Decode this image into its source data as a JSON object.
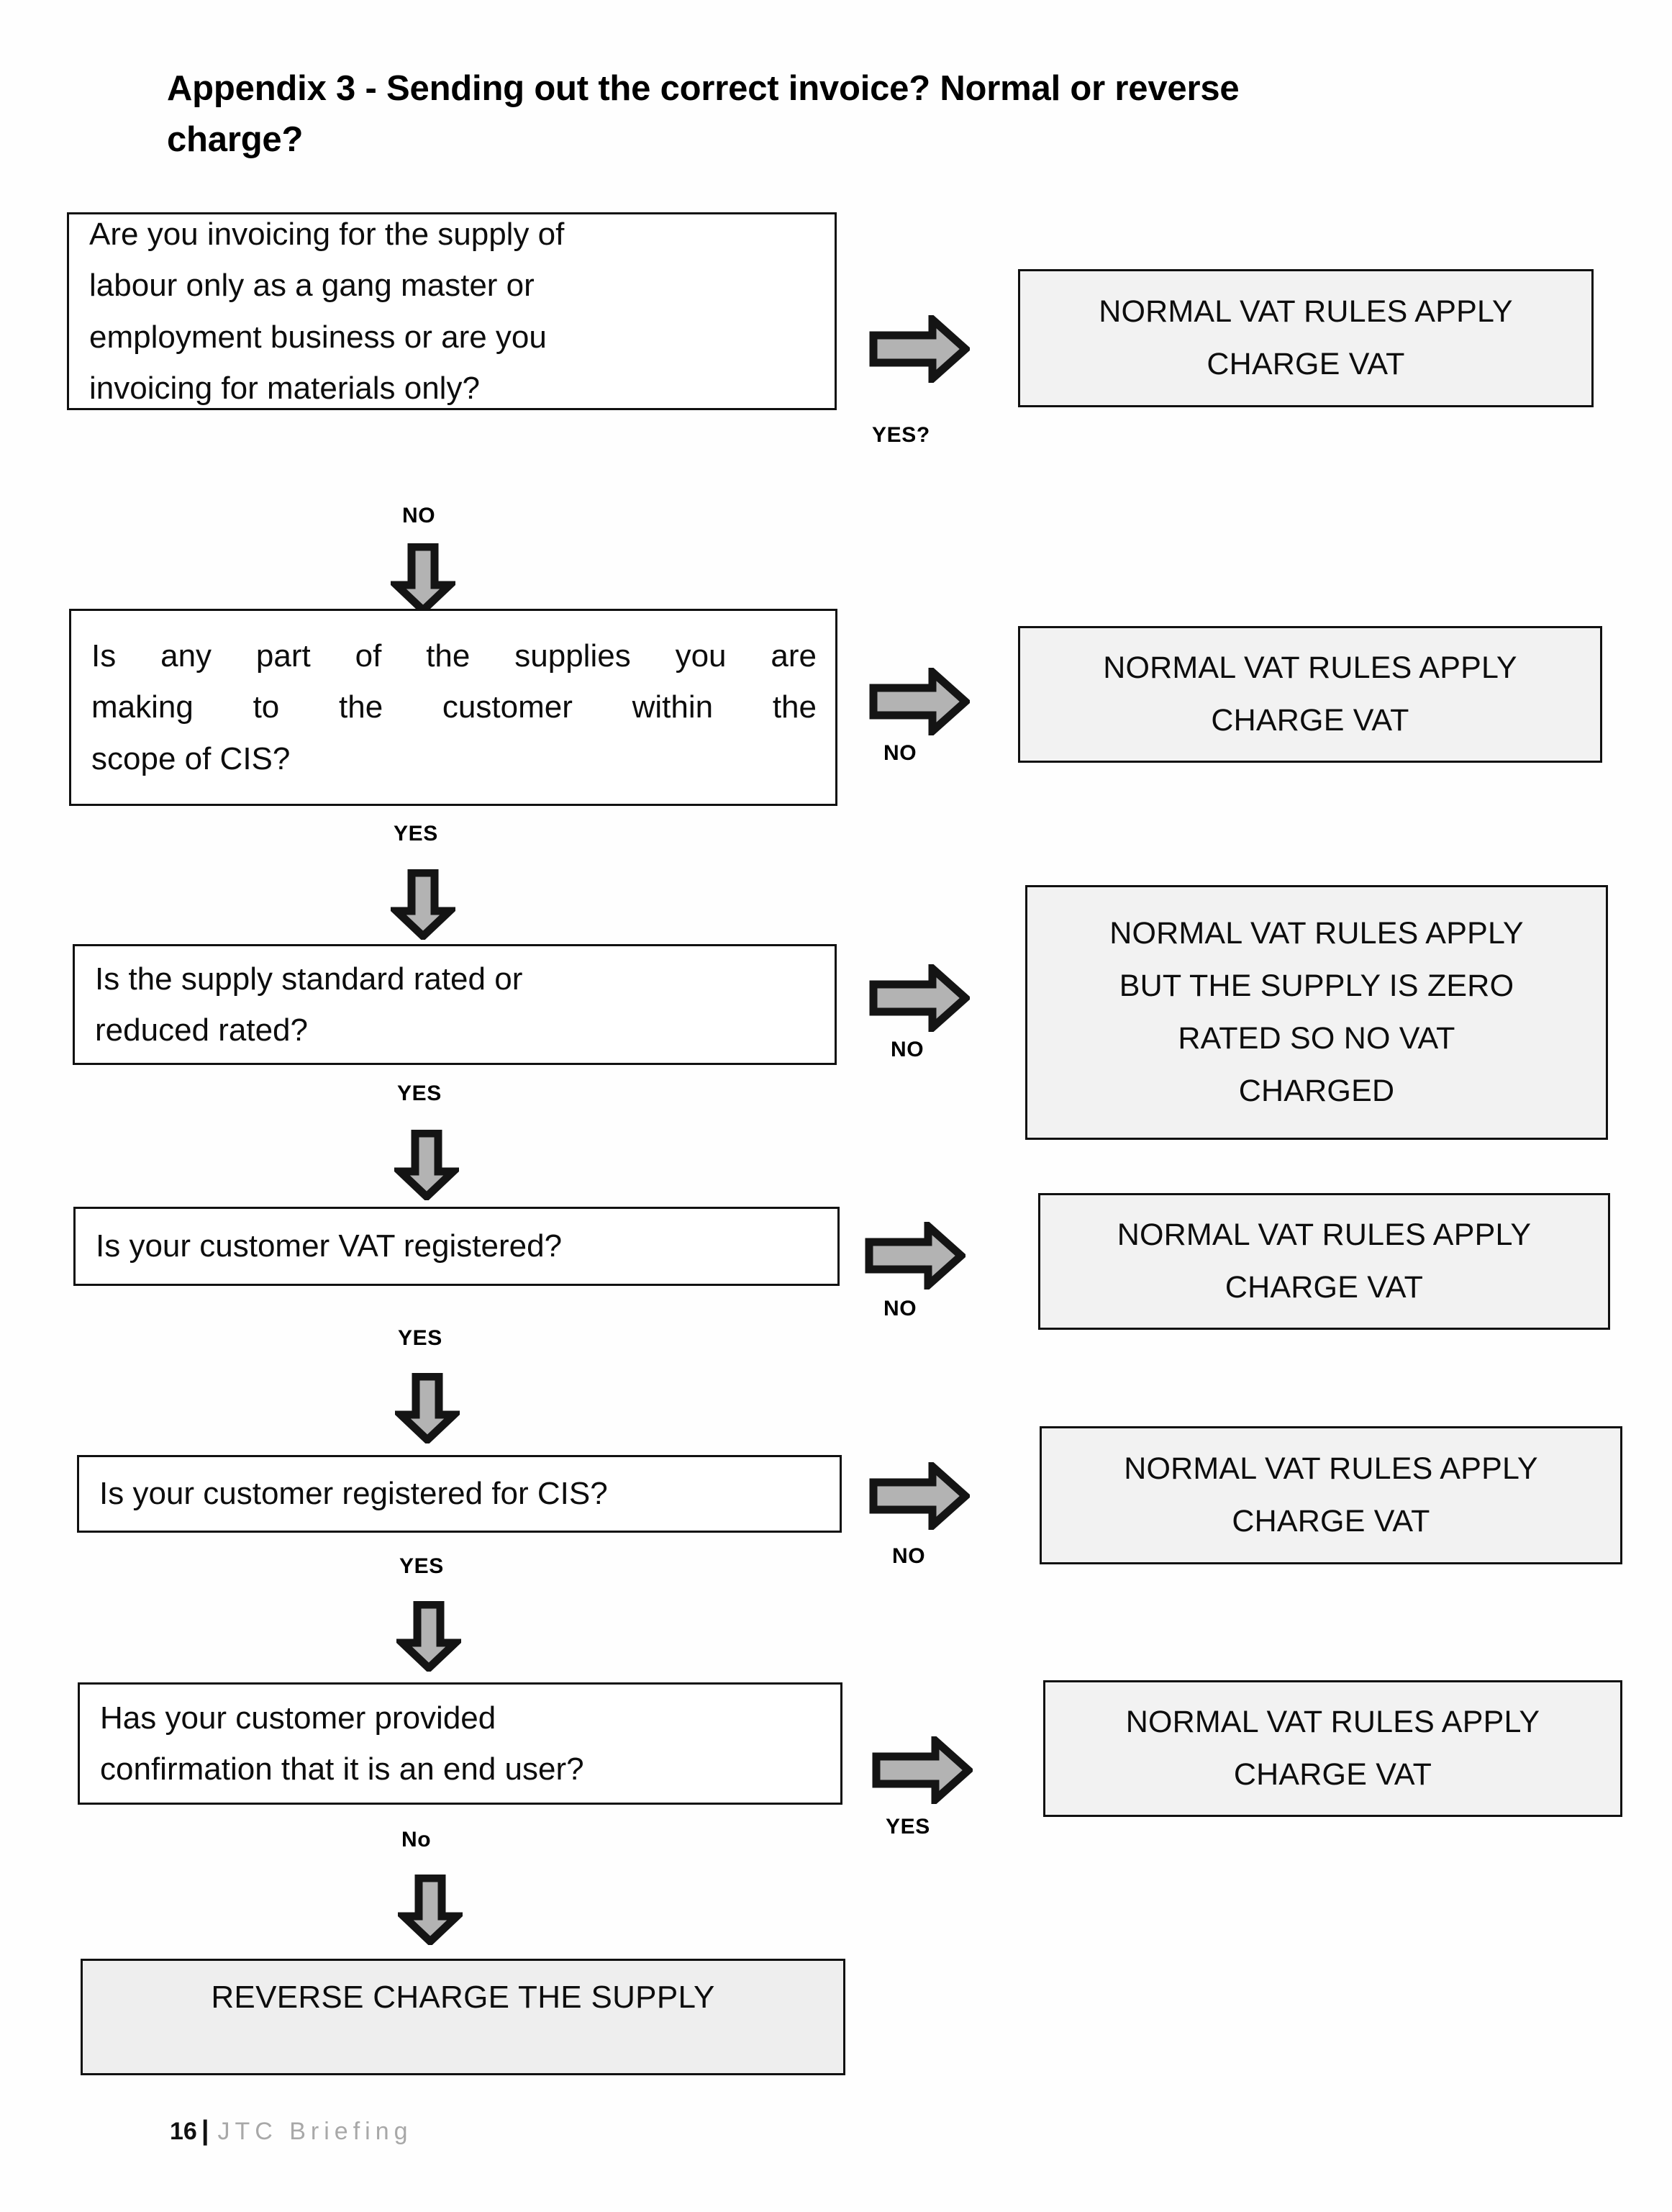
{
  "document": {
    "title": "Appendix 3 - Sending out the correct invoice? Normal or reverse charge?",
    "title_line1": "Appendix 3 - Sending out the correct invoice? Normal or reverse",
    "title_line2": "charge?"
  },
  "flow": {
    "questions": [
      {
        "id": "q1",
        "lines": [
          "Are you invoicing for the supply of",
          "labour only as a gang master or",
          "employment business or are you",
          "invoicing for materials only?"
        ],
        "branch_right_label": "YES?",
        "branch_down_label": "NO"
      },
      {
        "id": "q2",
        "lines": [
          "Is any part of the supplies you are",
          "making to the customer within the",
          "scope of CIS?"
        ],
        "branch_right_label": "NO",
        "branch_down_label": "YES"
      },
      {
        "id": "q3",
        "lines": [
          "Is the supply standard rated or",
          "reduced rated?"
        ],
        "branch_right_label": "NO",
        "branch_down_label": "YES"
      },
      {
        "id": "q4",
        "lines": [
          "Is your customer VAT registered?"
        ],
        "branch_right_label": "NO",
        "branch_down_label": "YES"
      },
      {
        "id": "q5",
        "lines": [
          "Is your customer registered for CIS?"
        ],
        "branch_right_label": "NO",
        "branch_down_label": "YES"
      },
      {
        "id": "q6",
        "lines": [
          "Has your customer provided",
          "confirmation that it is an end user?"
        ],
        "branch_right_label": "YES",
        "branch_down_label": "No"
      }
    ],
    "outcomes": [
      {
        "id": "o1",
        "lines": [
          "NORMAL VAT RULES APPLY",
          "CHARGE VAT"
        ]
      },
      {
        "id": "o2",
        "lines": [
          "NORMAL VAT RULES APPLY",
          "CHARGE VAT"
        ]
      },
      {
        "id": "o3",
        "lines": [
          "NORMAL VAT RULES APPLY",
          "BUT THE SUPPLY IS ZERO",
          "RATED SO NO VAT",
          "CHARGED"
        ]
      },
      {
        "id": "o4",
        "lines": [
          "NORMAL VAT RULES APPLY",
          "CHARGE VAT"
        ]
      },
      {
        "id": "o5",
        "lines": [
          "NORMAL VAT RULES APPLY",
          "CHARGE VAT"
        ]
      },
      {
        "id": "o6",
        "lines": [
          "NORMAL VAT RULES APPLY",
          "CHARGE VAT"
        ]
      }
    ],
    "final": {
      "id": "final",
      "label": "REVERSE CHARGE THE SUPPLY"
    }
  },
  "footer": {
    "page_number": "16",
    "separator": "|",
    "publication": "JTC Briefing"
  },
  "colors": {
    "arrow_fill": "#b3b3b3",
    "arrow_outline": "#141414",
    "box_outline": "#111111",
    "outcome_fill": "#f2f2f2",
    "final_fill": "#eeeeee",
    "footer_grey": "#a8a8a8"
  }
}
